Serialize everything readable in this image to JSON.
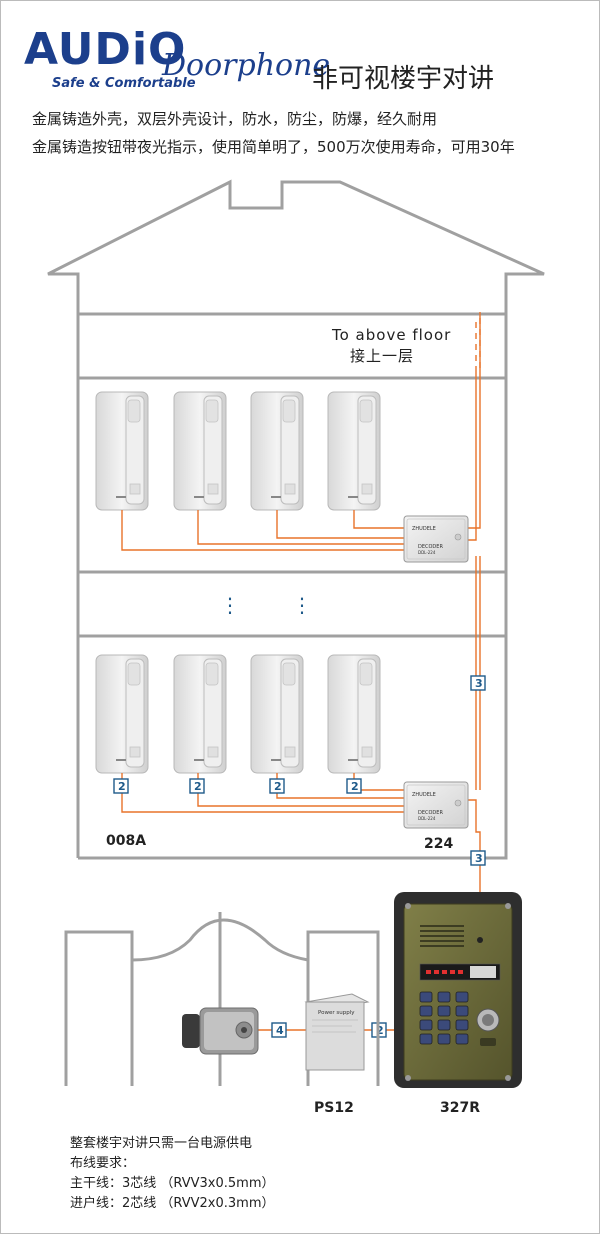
{
  "brand": {
    "name": "AUDiO",
    "tagline": "Safe & Comfortable",
    "product": "Doorphone",
    "title": "非可视楼宇对讲"
  },
  "features": [
    "金属铸造外壳，双层外壳设计，防水，防尘，防爆，经久耐用",
    "金属铸造按钮带夜光指示，使用简单明了，500万次使用寿命，可用30年"
  ],
  "diagram": {
    "above_floor_en": "To above floor",
    "above_floor_cn": "接上一层",
    "handset_model": "008A",
    "decoder_model": "224",
    "decoder_label": "DECODER",
    "decoder_sub": "DDL-224",
    "decoder_brand": "ZHUDELE",
    "power_model": "PS12",
    "power_label": "Power supply",
    "panel_model": "327R",
    "wire_counts": {
      "handset_to_decoder": "2",
      "riser": "3",
      "lock_to_power": "4",
      "power_to_panel": "2"
    },
    "dots": "⋮"
  },
  "notes": [
    "整套楼宇对讲只需一台电源供电",
    "布线要求：",
    "主干线：3芯线 （RVV3x0.5mm）",
    "进户线：2芯线 （RVV2x0.3mm）"
  ],
  "colors": {
    "wire": "#e8732a",
    "building": "#a0a0a0",
    "brand": "#1c3f8c",
    "badge": "#1e5a8a",
    "panel": "#6b6a3a"
  }
}
